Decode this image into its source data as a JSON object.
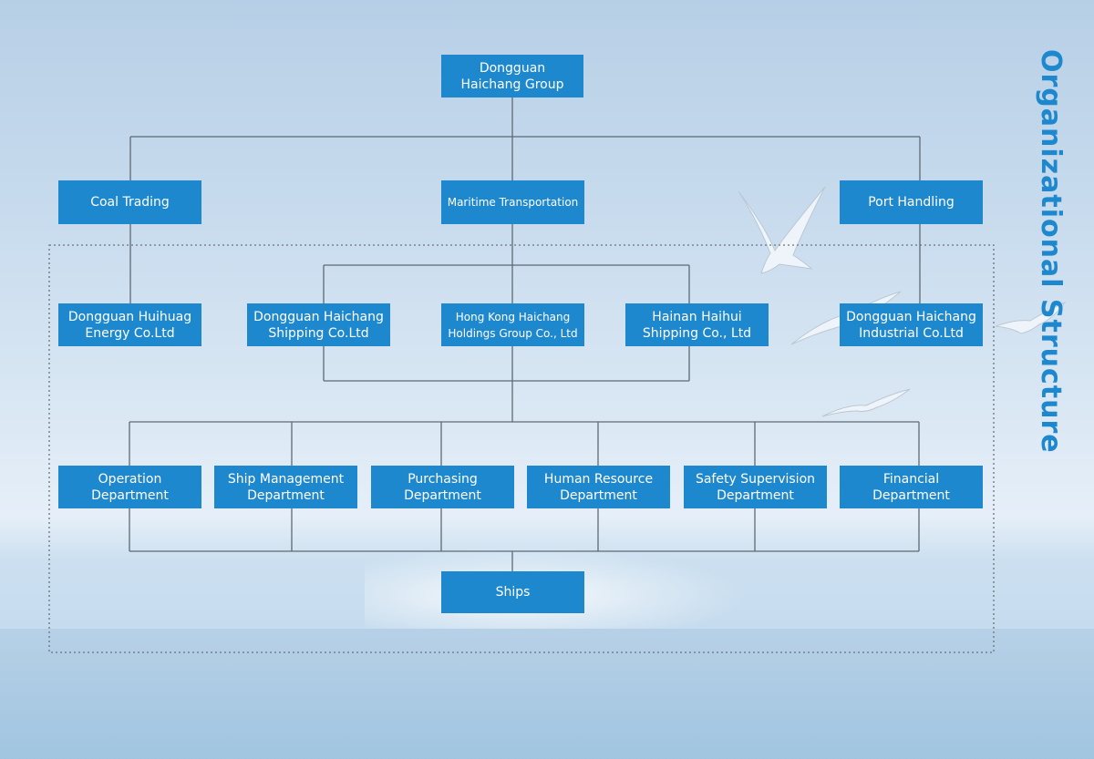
{
  "title": "Organizational Structure",
  "colors": {
    "node": "#1e88cf",
    "title": "#1e88cf",
    "connector": "#5e6a74",
    "dotted_border": "#6a737a"
  },
  "root": "Dongguan\nHaichang Group",
  "divisions": {
    "coal_trading": "Coal Trading",
    "maritime_transportation": "Maritime Transportation",
    "port_handling": "Port Handling"
  },
  "companies": {
    "huihuag_energy": "Dongguan Huihuag\nEnergy Co.Ltd",
    "haichang_shipping": "Dongguan Haichang\nShipping Co.Ltd",
    "hk_haichang_holdings": "Hong Kong Haichang\nHoldings Group Co., Ltd",
    "hainan_haihui_shipping": "Hainan Haihui\nShipping Co., Ltd",
    "haichang_industrial": "Dongguan Haichang\nIndustrial Co.Ltd"
  },
  "departments": [
    "Operation\nDepartment",
    "Ship Management\nDepartment",
    "Purchasing\nDepartment",
    "Human Resource\nDepartment",
    "Safety Supervision\nDepartment",
    "Financial\nDepartment"
  ],
  "ships": "Ships",
  "decor": {
    "background": "sky-and-sea-photo",
    "birds": [
      "seagull-icon",
      "seagull-icon",
      "seagull-icon",
      "seagull-icon"
    ]
  }
}
